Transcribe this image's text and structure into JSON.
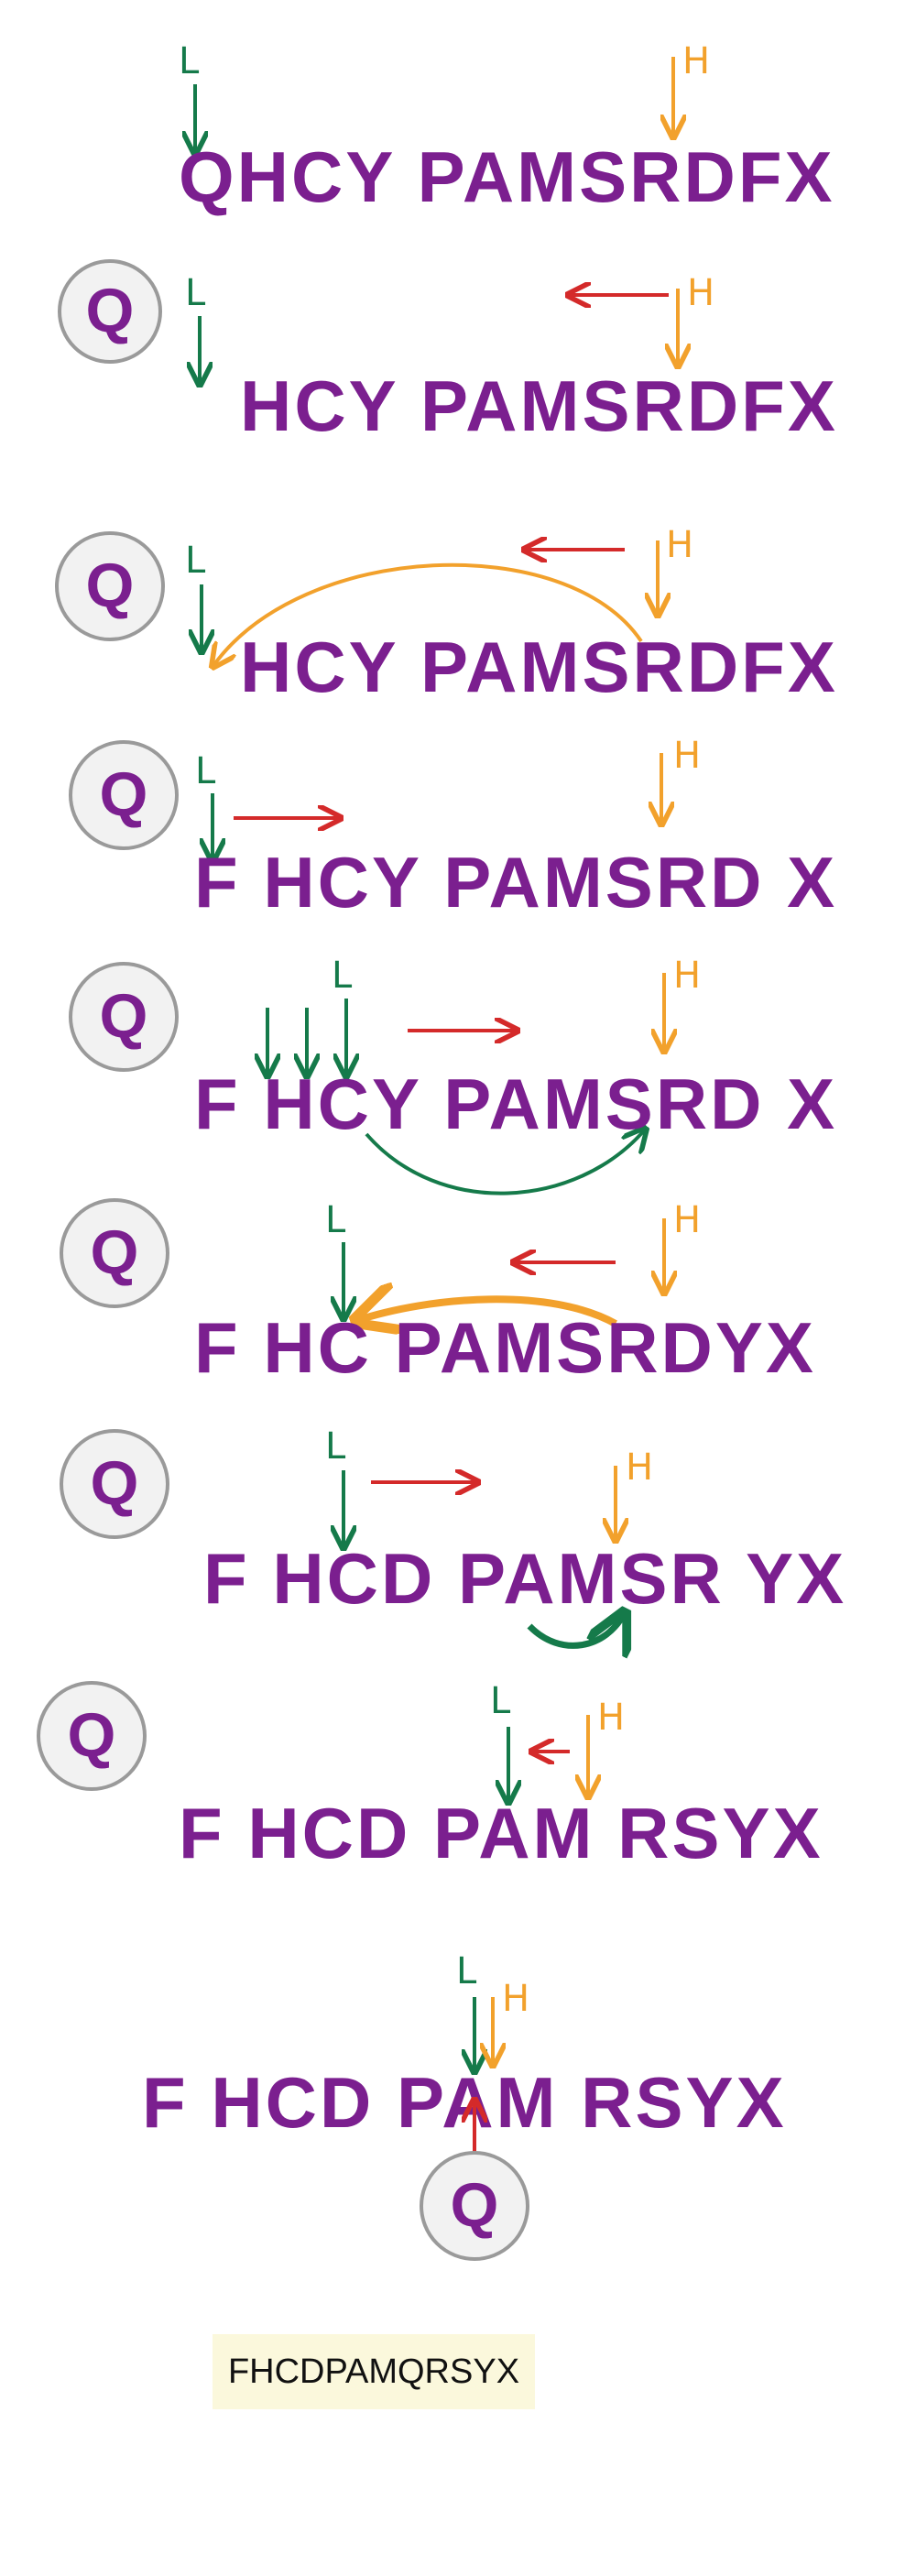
{
  "colors": {
    "letters": "#7b1f8f",
    "low_pointer": "#157a4a",
    "high_pointer": "#f2a12c",
    "scan_arrow": "#d42a2a",
    "pivot_circle_stroke": "#9a9a9a",
    "pivot_circle_fill": "#f2f2f2",
    "result_bg": "#fbf8dc"
  },
  "labels": {
    "low": "L",
    "high": "H"
  },
  "pivot": "Q",
  "steps": [
    {
      "sequence": "QHCY PAMSRDFX"
    },
    {
      "sequence": "HCY PAMSRDFX"
    },
    {
      "sequence": "HCY PAMSRDFX"
    },
    {
      "sequence": "F HCY PAMSRD X"
    },
    {
      "sequence": "F HCY PAMSRD X"
    },
    {
      "sequence": "F HC PAMSRDYX"
    },
    {
      "sequence": "F HCD PAMSR YX"
    },
    {
      "sequence": "F HCD PAM RSYX"
    },
    {
      "sequence": "F HCD PAM RSYX"
    }
  ],
  "result": "FHCDPAMQRSYX"
}
